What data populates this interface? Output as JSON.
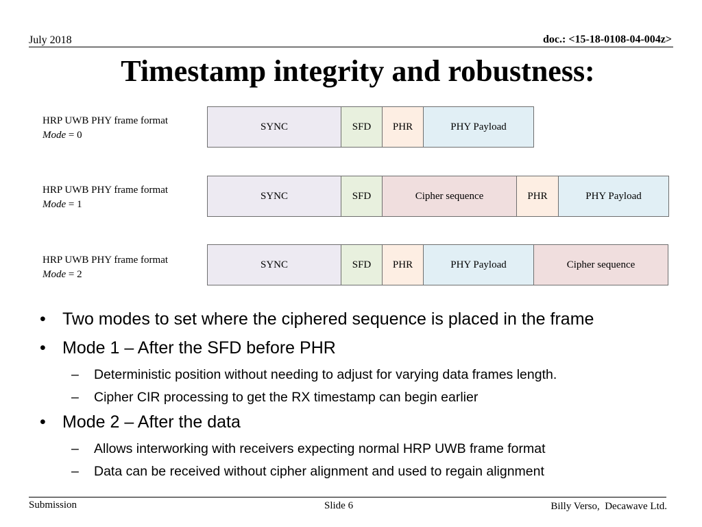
{
  "header": {
    "date": "July 2018",
    "doc": "doc.: <15-18-0108-04-004z>"
  },
  "title": "Timestamp integrity and robustness:",
  "frames": [
    {
      "label": "HRP UWB PHY frame format",
      "mode_word": "Mode",
      "mode_value": " = 0",
      "fields": [
        "SYNC",
        "SFD",
        "PHR",
        "PHY Payload"
      ]
    },
    {
      "label": "HRP UWB PHY frame format",
      "mode_word": "Mode",
      "mode_value": " = 1",
      "fields": [
        "SYNC",
        "SFD",
        "Cipher sequence",
        "PHR",
        "PHY Payload"
      ]
    },
    {
      "label": "HRP UWB PHY frame format",
      "mode_word": "Mode",
      "mode_value": " = 2",
      "fields": [
        "SYNC",
        "SFD",
        "PHR",
        "PHY Payload",
        "Cipher sequence"
      ]
    }
  ],
  "bullets": [
    {
      "mark": "•",
      "text": "Two modes to set where the ciphered sequence is placed in the frame"
    },
    {
      "mark": "•",
      "text": "Mode 1 – After the SFD before PHR"
    },
    {
      "mark": "–",
      "text": "Deterministic position without needing to adjust for varying data frames length."
    },
    {
      "mark": "–",
      "text": "Cipher CIR processing to get the RX timestamp can begin earlier"
    },
    {
      "mark": "•",
      "text": "Mode 2 – After the data"
    },
    {
      "mark": "–",
      "text": "Allows interworking with receivers expecting normal HRP UWB frame format"
    },
    {
      "mark": "–",
      "text": "Data can be received without cipher alignment and used to regain alignment"
    }
  ],
  "footer": {
    "left": "Submission",
    "center": "Slide 6",
    "right": "Billy Verso,  Decawave Ltd."
  },
  "colors": {
    "sync": "#edeaf2",
    "sfd": "#e8f0de",
    "phr": "#fdeee3",
    "payload": "#e1eff5",
    "cipher": "#f0dede"
  }
}
